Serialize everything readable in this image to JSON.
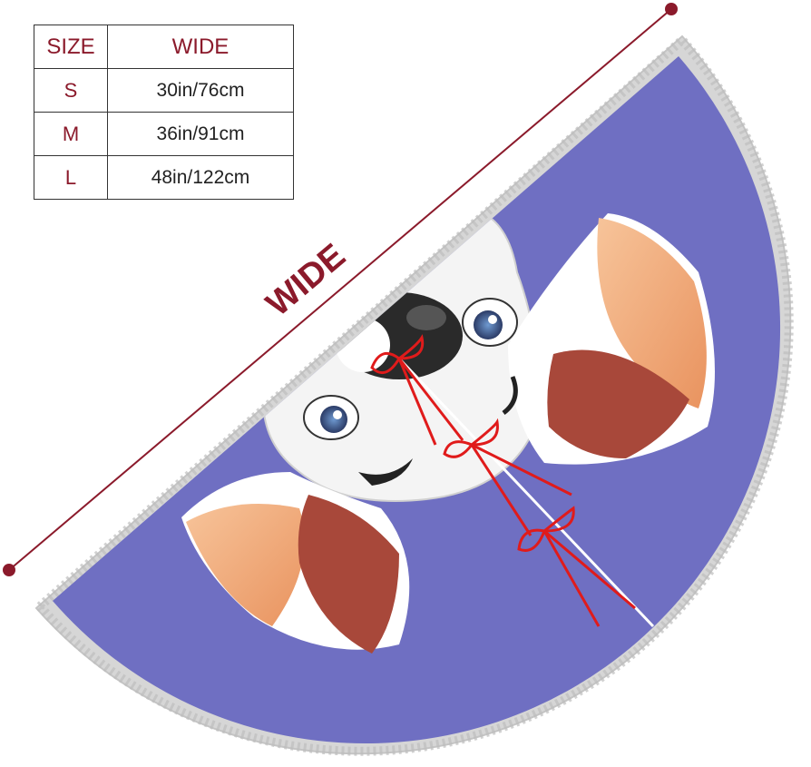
{
  "size_chart": {
    "header_size": "SIZE",
    "header_wide": "WIDE",
    "rows": [
      {
        "size": "S",
        "wide": "30in/76cm"
      },
      {
        "size": "M",
        "wide": "36in/91cm"
      },
      {
        "size": "L",
        "wide": "48in/122cm"
      }
    ]
  },
  "dimension_label": "WIDE",
  "colors": {
    "accent": "#8b1a2b",
    "background_purple": "#6f6fc2",
    "fringe": "#d9d9d9",
    "ribbon": "#e01b1b",
    "ear_inner": "#f2a56f"
  }
}
